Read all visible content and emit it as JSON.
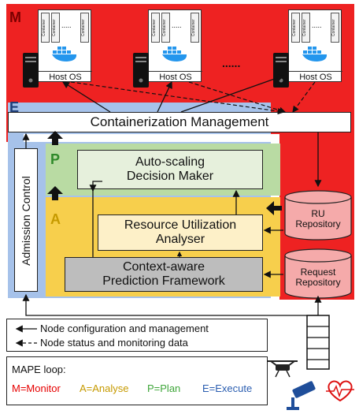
{
  "regions": {
    "monitor_letter": "M",
    "execute_letter": "E",
    "plan_letter": "P",
    "analyse_letter": "A"
  },
  "colors": {
    "monitor": "#ee2222",
    "execute": "#9dbbe6",
    "plan": "#b9dba3",
    "analyse": "#f7cf4c",
    "ru_repo": "#f5aaaa",
    "prediction_box": "#bdbdbd",
    "analyse_box": "#fdf0c8",
    "plan_box": "#e6f0dc",
    "monitor_text": "#e60000",
    "analyse_text": "#c69a00",
    "plan_text": "#3fa63a",
    "execute_text": "#2a5db0"
  },
  "hosts": [
    {
      "label": "Host OS",
      "container_label": "Container",
      "gap_marker": "....."
    },
    {
      "label": "Host OS",
      "container_label": "Container",
      "gap_marker": "....."
    },
    {
      "label": "Host OS",
      "container_label": "Container",
      "gap_marker": "....."
    }
  ],
  "hosts_ellipsis": "......",
  "boxes": {
    "containerization": "Containerization Management",
    "admission": "Admission Control",
    "autoscaling": "Auto-scaling\nDecision Maker",
    "resource": "Resource Utilization\nAnalyser",
    "prediction": "Context-aware\nPrediction Framework",
    "ru_repository": "RU\nRepository",
    "request_repository": "Request\nRepository"
  },
  "legend": {
    "solid_label": "Node configuration and management",
    "dashed_label": "Node status and monitoring data",
    "mape_title": "MAPE loop:",
    "m": "M=Monitor",
    "a": "A=Analyse",
    "p": "P=Plan",
    "e": "E=Execute"
  }
}
